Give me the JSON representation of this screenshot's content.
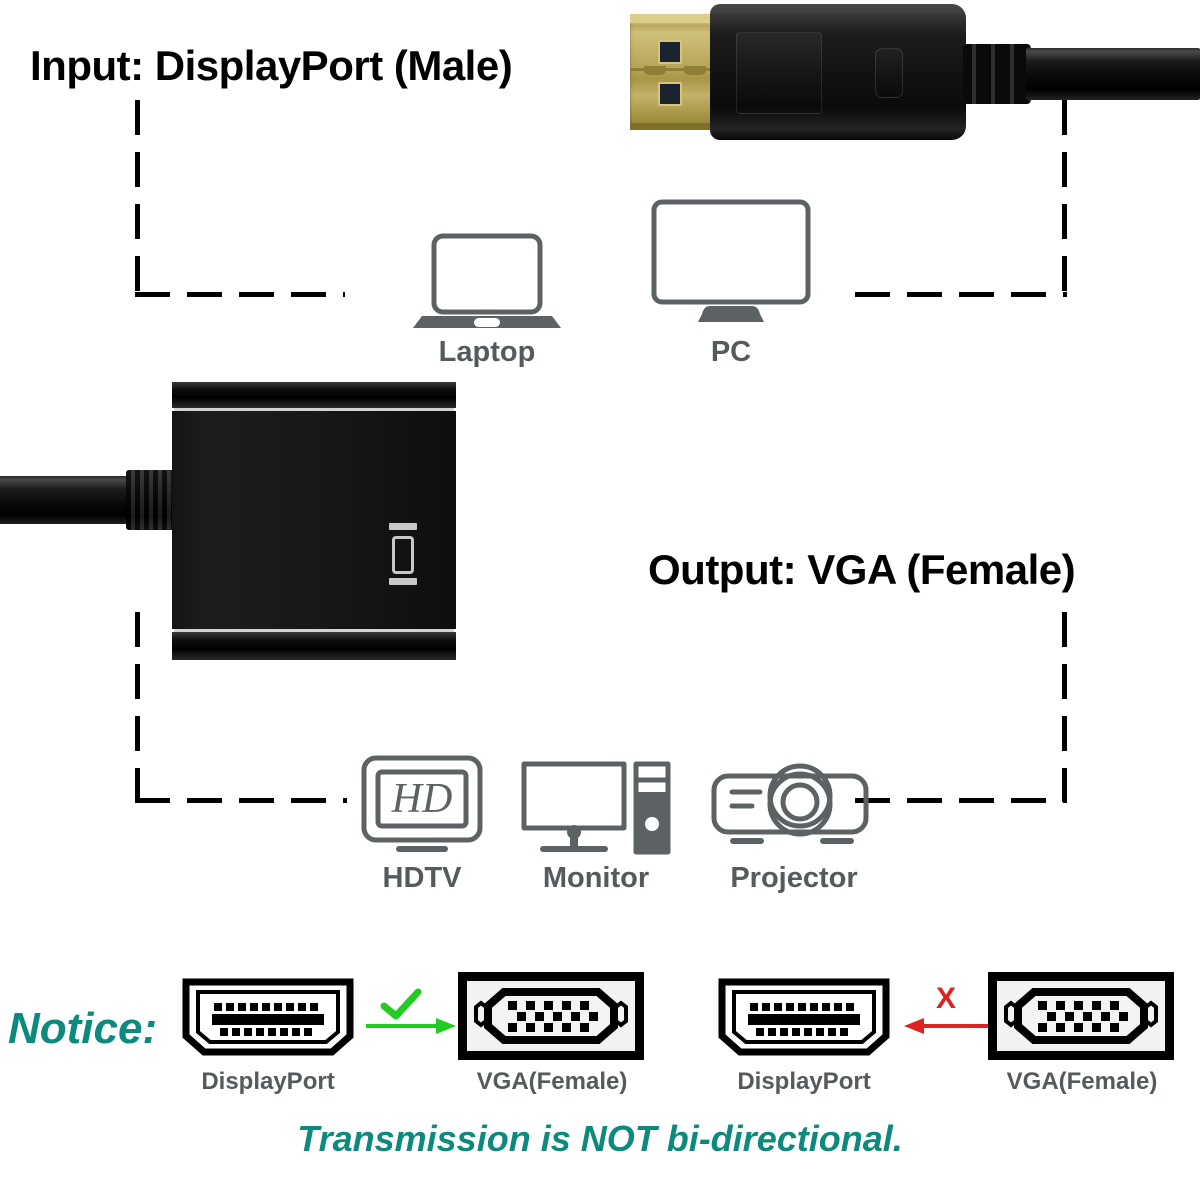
{
  "headings": {
    "input": "Input: DisplayPort (Male)",
    "output": "Output: VGA (Female)"
  },
  "input_devices": [
    {
      "label": "Laptop",
      "icon": "laptop-icon"
    },
    {
      "label": "PC",
      "icon": "desktop-monitor-icon"
    }
  ],
  "output_devices": [
    {
      "label": "HDTV",
      "icon": "hdtv-icon",
      "screen_text": "HD"
    },
    {
      "label": "Monitor",
      "icon": "monitor-tower-icon"
    },
    {
      "label": "Projector",
      "icon": "projector-icon"
    }
  ],
  "notice": {
    "label": "Notice:",
    "caption": "Transmission is NOT bi-directional.",
    "pairs": [
      {
        "source_label": "DisplayPort",
        "target_label": "VGA(Female)",
        "marker": "✓",
        "direction": "right",
        "color": "#22cc22",
        "allowed": true
      },
      {
        "source_label": "DisplayPort",
        "target_label": "VGA(Female)",
        "marker": "X",
        "direction": "left",
        "color": "#dd2222",
        "allowed": false
      }
    ]
  },
  "colors": {
    "teal": "#0d8a7d",
    "icon_gray": "#5c6164",
    "label_gray": "#555a5d",
    "ok_green": "#22cc22",
    "bad_red": "#dd2222",
    "gold": "#b5a455",
    "black": "#000000"
  },
  "product": {
    "connector_type": "DisplayPort male plug",
    "adapter_type": "VGA female adapter",
    "adapter_logo": "displayport-logo"
  }
}
